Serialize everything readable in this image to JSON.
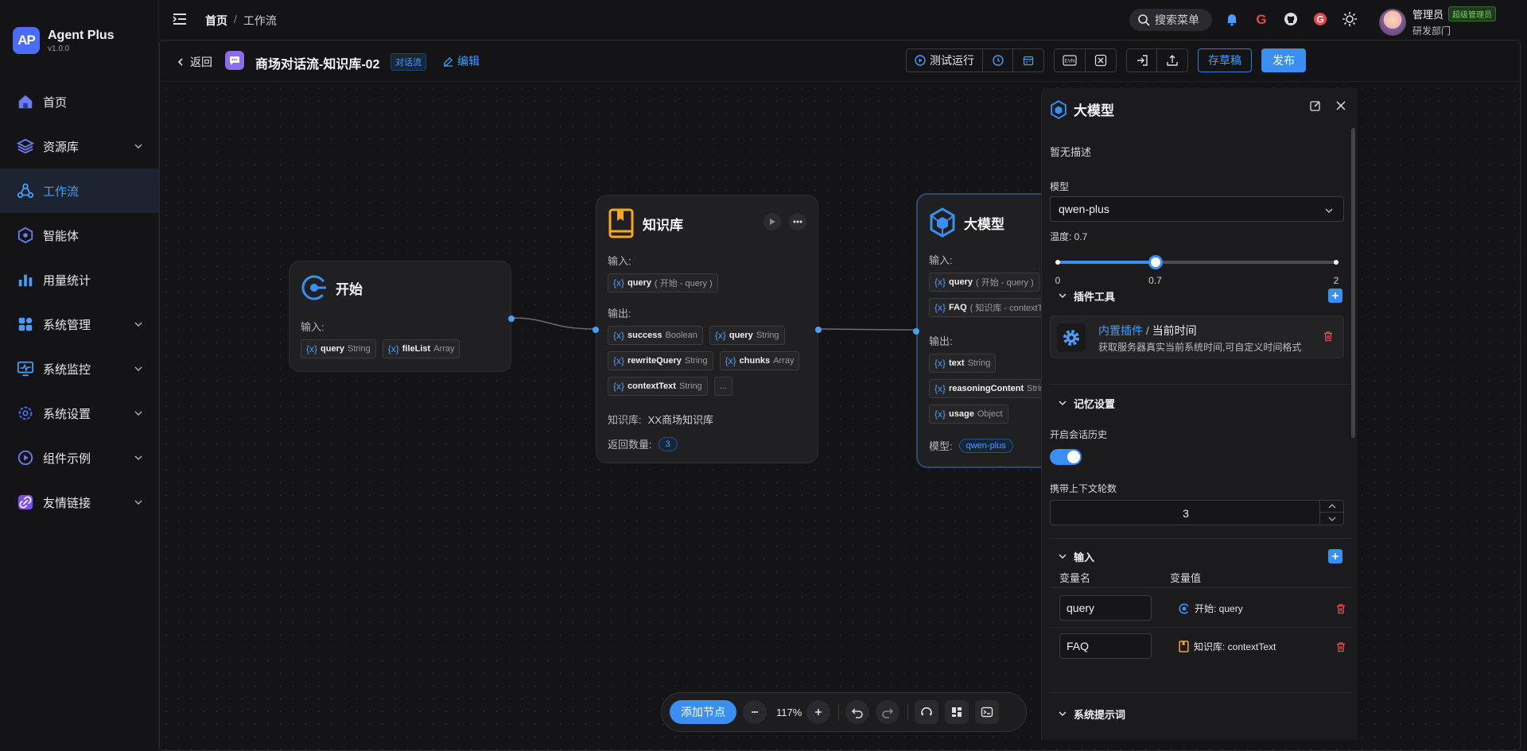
{
  "brand": {
    "logo": "AP",
    "name": "Agent Plus",
    "version": "v1.0.0"
  },
  "sidebar": {
    "items": [
      {
        "label": "首页",
        "icon": "home-icon",
        "active": false,
        "has_children": false
      },
      {
        "label": "资源库",
        "icon": "layers-icon",
        "active": false,
        "has_children": true
      },
      {
        "label": "工作流",
        "icon": "workflow-icon",
        "active": true,
        "has_children": false
      },
      {
        "label": "智能体",
        "icon": "agent-icon",
        "active": false,
        "has_children": false
      },
      {
        "label": "用量统计",
        "icon": "bar-chart-icon",
        "active": false,
        "has_children": false
      },
      {
        "label": "系统管理",
        "icon": "grid-icon",
        "active": false,
        "has_children": true
      },
      {
        "label": "系统监控",
        "icon": "monitor-icon",
        "active": false,
        "has_children": true
      },
      {
        "label": "系统设置",
        "icon": "settings-icon",
        "active": false,
        "has_children": true
      },
      {
        "label": "组件示例",
        "icon": "play-icon",
        "active": false,
        "has_children": true
      },
      {
        "label": "友情链接",
        "icon": "link-icon",
        "active": false,
        "has_children": true
      }
    ]
  },
  "topbar": {
    "breadcrumb": [
      "首页",
      "工作流"
    ],
    "search_label": "搜索菜单",
    "user": {
      "name": "管理员",
      "role_badge": "超级管理员",
      "department": "研发部门"
    }
  },
  "workflow": {
    "back_label": "返回",
    "title": "商场对话流-知识库-02",
    "type_tag": "对话流",
    "edit_label": "编辑",
    "test_run_label": "测试运行",
    "save_draft_label": "存草稿",
    "publish_label": "发布"
  },
  "nodes": {
    "start": {
      "title": "开始",
      "input_label": "输入:",
      "inputs": [
        {
          "name": "query",
          "type": "String"
        },
        {
          "name": "fileList",
          "type": "Array"
        }
      ]
    },
    "knowledge": {
      "title": "知识库",
      "input_label": "输入:",
      "inputs": [
        {
          "name": "query",
          "type": "( 开始 - query )"
        }
      ],
      "output_label": "输出:",
      "outputs": [
        {
          "name": "success",
          "type": "Boolean"
        },
        {
          "name": "query",
          "type": "String"
        },
        {
          "name": "rewriteQuery",
          "type": "String"
        },
        {
          "name": "chunks",
          "type": "Array"
        },
        {
          "name": "contextText",
          "type": "String"
        }
      ],
      "more_label": "...",
      "kb_label": "知识库:",
      "kb_value": "XX商场知识库",
      "count_label": "返回数量:",
      "count_value": "3"
    },
    "llm": {
      "title": "大模型",
      "input_label": "输入:",
      "inputs": [
        {
          "name": "query",
          "type": "( 开始 - query )"
        },
        {
          "name": "FAQ",
          "type": "( 知识库 - contextText )"
        }
      ],
      "output_label": "输出:",
      "outputs": [
        {
          "name": "text",
          "type": "String"
        },
        {
          "name": "reasoningContent",
          "type": "String"
        },
        {
          "name": "usage",
          "type": "Object"
        }
      ],
      "model_label": "模型:",
      "model_value": "qwen-plus"
    }
  },
  "zoombar": {
    "add_node_label": "添加节点",
    "zoom": "117%"
  },
  "panel": {
    "title": "大模型",
    "description": "暂无描述",
    "model_label": "模型",
    "model_value": "qwen-plus",
    "temperature_label": "温度: 0.7",
    "temperature": {
      "min": 0,
      "max": 2,
      "value": 0.7,
      "labels": [
        "0",
        "0.7",
        "2"
      ]
    },
    "plugins_section": "插件工具",
    "plugin": {
      "category": "内置插件",
      "separator": "/",
      "name": "当前时间",
      "description": "获取服务器真实当前系统时间,可自定义时间格式"
    },
    "memory_section": "记忆设置",
    "history_label": "开启会话历史",
    "history_enabled": true,
    "context_rounds_label": "携带上下文轮数",
    "context_rounds": "3",
    "input_section": "输入",
    "col_name": "变量名",
    "col_value": "变量值",
    "input_rows": [
      {
        "name": "query",
        "source": "开始: query",
        "source_icon": "start-node-icon"
      },
      {
        "name": "FAQ",
        "source": "知识库: contextText",
        "source_icon": "book-icon"
      }
    ],
    "system_prompt_section": "系统提示词"
  },
  "colors": {
    "accent": "#3b8ff0",
    "link": "#4a9df8",
    "knowledge": "#f5a623",
    "danger": "#e05252"
  }
}
